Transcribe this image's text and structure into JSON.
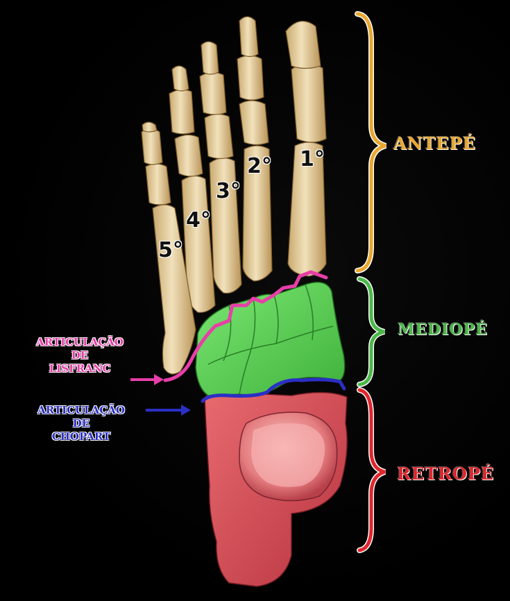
{
  "regions": {
    "forefoot": {
      "label": "ANTEPÉ",
      "color": "#e8a72f"
    },
    "midfoot": {
      "label": "MEDIOPÉ",
      "color": "#4cb84a"
    },
    "hindfoot": {
      "label": "RETROPÉ",
      "color": "#e0262d"
    }
  },
  "joints": {
    "lisfranc": {
      "line1": "ARTICULAÇÃO",
      "line2": "DE",
      "line3": "LISFRANC",
      "color": "#e83ea8"
    },
    "chopart": {
      "line1": "ARTICULAÇÃO",
      "line2": "DE",
      "line3": "CHOPART",
      "color": "#2b2fc4"
    }
  },
  "toe_numbers": {
    "first": "1°",
    "second": "2°",
    "third": "3°",
    "fourth": "4°",
    "fifth": "5°"
  },
  "colors": {
    "bone": "#e7d2a3",
    "bone_shadow": "#b8955c",
    "midfoot_fill": "#5fd35a",
    "hindfoot_fill": "#d9505a",
    "talus_fill": "#e98a8c"
  }
}
